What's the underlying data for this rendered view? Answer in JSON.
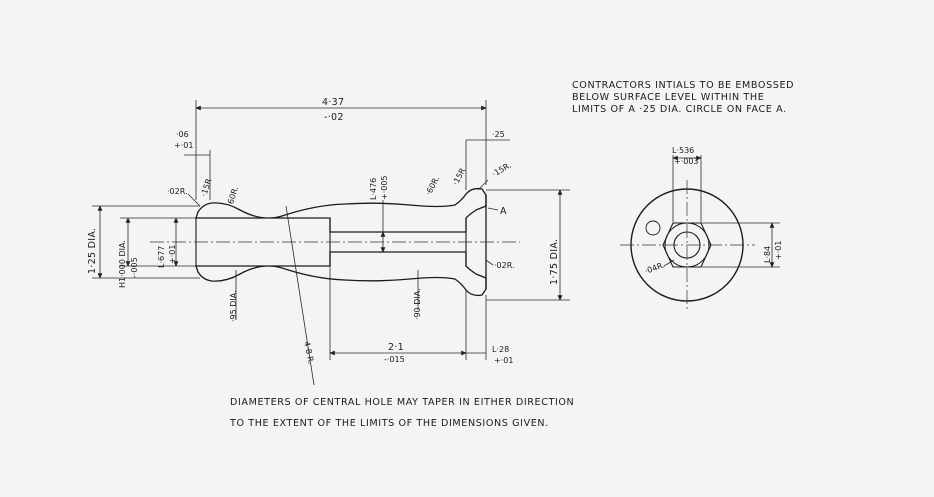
{
  "notes": {
    "contractor_line1": "CONTRACTORS INTIALS TO BE EMBOSSED",
    "contractor_line2": "BELOW SURFACE LEVEL WITHIN THE",
    "contractor_line3": "LIMITS OF A ·25 DIA. CIRCLE ON FACE A.",
    "taper_line1": "DIAMETERS OF CENTRAL HOLE MAY TAPER IN EITHER DIRECTION",
    "taper_line2": "TO THE EXTENT OF THE LIMITS OF THE DIMENSIONS GIVEN."
  },
  "dims": {
    "overall_len": "4·37",
    "overall_tol": "-·02",
    "d06": "·06",
    "d06_tol": "+·01",
    "d25": "·25",
    "r02_top": "·02R.",
    "r15_left": "·15R",
    "r60_left": "·60R.",
    "r15_right_a": "·15R",
    "r60_right": "·60R.",
    "r15_right_b": "·15R.",
    "l476": "L·476",
    "l476_tol": "+·005",
    "face_a": "A",
    "dia125": "1·25 DIA.",
    "hole_dia": "H1·000 DIA.",
    "hole_tol": "-·005",
    "l677": "L·677",
    "l677_tol": "+·01",
    "dia175": "1·75 DIA.",
    "r02_bottom": "·02R.",
    "dia95": "·95 DIA.",
    "dia90": "·90 DIA.",
    "r48": "4·8 R.",
    "d21": "2·1",
    "d21_tol": "-·015",
    "l28": "L·28",
    "l28_tol": "+·01",
    "l536": "L·536",
    "l536_tol": "+·003",
    "r04": "·04R.",
    "l84": "L·84",
    "l84_tol": "+·01"
  },
  "colors": {
    "ink": "#1b1b1b",
    "paper": "#f4f4f2"
  }
}
